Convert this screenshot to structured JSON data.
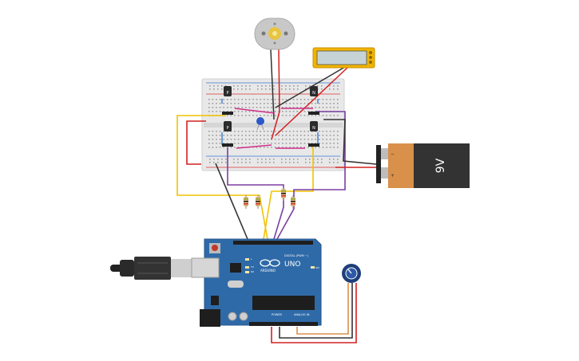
{
  "battery": {
    "label": "9V"
  },
  "arduino": {
    "model": "UNO",
    "brand": "ARDUINO",
    "digital_label": "DIGITAL (PWM ~)",
    "power_label": "POWER",
    "analog_label": "ANALOG IN",
    "tx_label": "TX",
    "rx_label": "RX",
    "l_label": "L",
    "on_label": "ON"
  },
  "transistors": {
    "p_label": "P",
    "n_label": "N"
  },
  "colors": {
    "wire_red": "#d42020",
    "wire_black": "#333333",
    "wire_yellow": "#f2c200",
    "wire_purple": "#7b3fa0",
    "wire_pink": "#d0308a",
    "arduino_blue": "#2f6aa8",
    "battery_orange": "#d9904a",
    "battery_black": "#333333",
    "lcd_gold": "#f0b400",
    "breadboard": "#e9e9e9"
  }
}
